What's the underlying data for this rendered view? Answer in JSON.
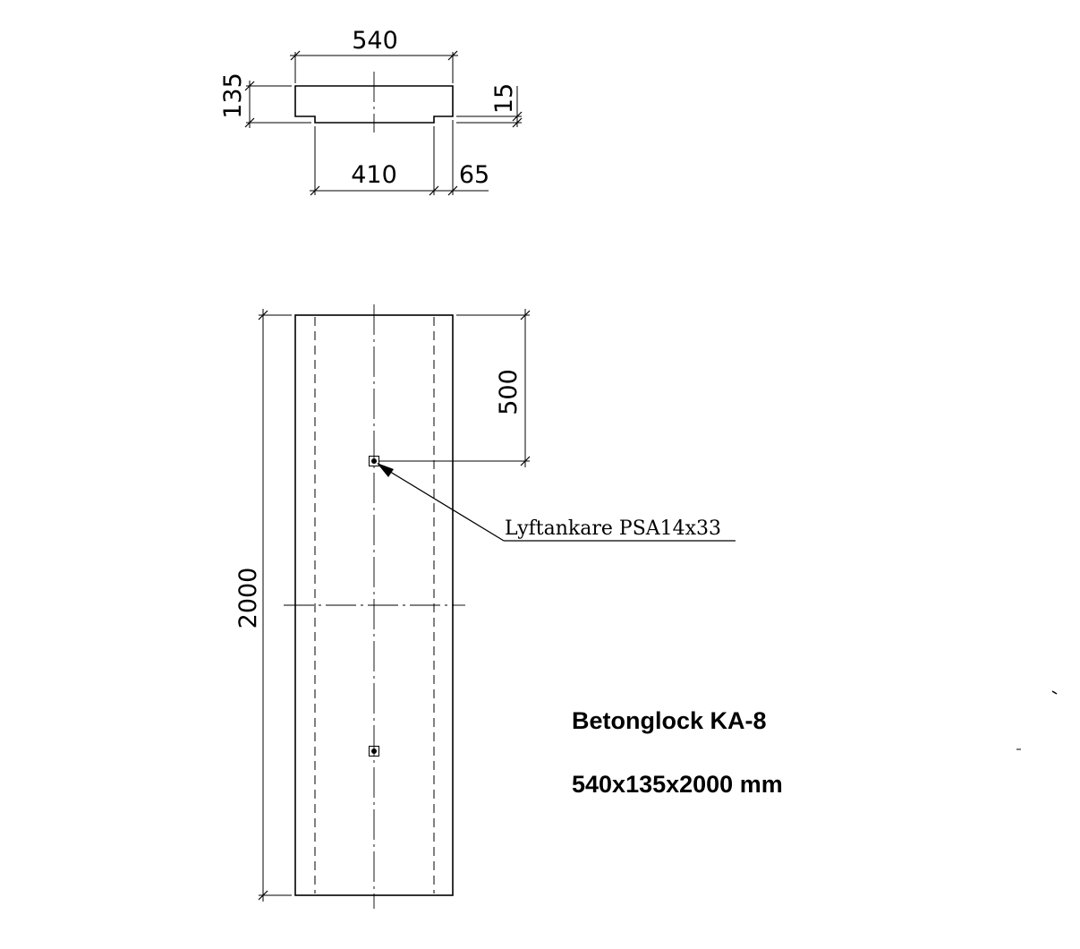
{
  "section_view": {
    "dim_total_width": "540",
    "dim_height": "135",
    "dim_rebate_depth": "15",
    "dim_inner_width": "410",
    "dim_rebate_width": "65"
  },
  "plan_view": {
    "dim_length": "2000",
    "dim_anchor_offset": "500",
    "anchor_label": "Lyftankare PSA14x33"
  },
  "title": {
    "name": "Betonglock KA-8",
    "size": "540x135x2000 mm"
  }
}
